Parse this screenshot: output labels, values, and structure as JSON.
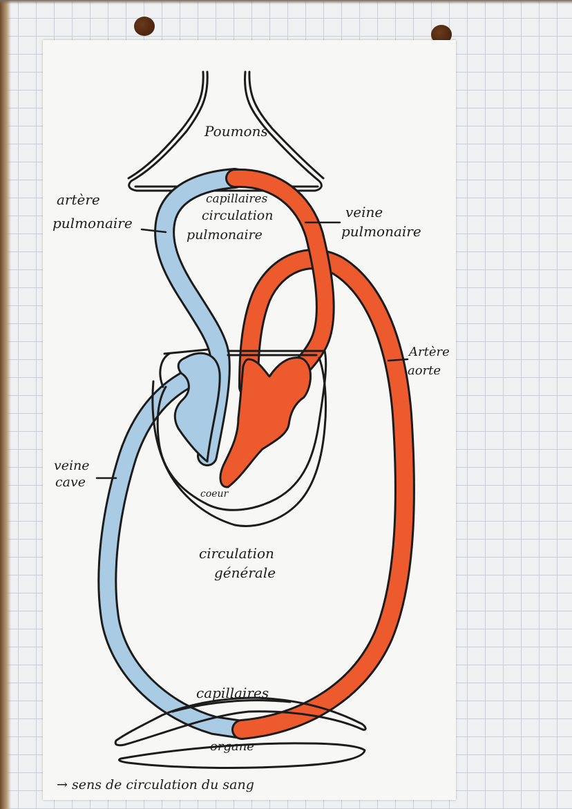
{
  "colors": {
    "venous": "#a9cbe3",
    "arterial": "#ec5a2e",
    "ink": "#1c1c1c",
    "paper": "#f7f7f6",
    "grid": "#c9ced4"
  },
  "labels": {
    "poumons": "Poumons",
    "capillaires_pulmonaires": [
      "capillaires",
      "circulation",
      "pulmonaire"
    ],
    "artere_pulmonaire": [
      "artère",
      "pulmonaire"
    ],
    "veine_pulmonaire": [
      "veine",
      "pulmonaire"
    ],
    "artere_aorte": [
      "Artère",
      "aorte"
    ],
    "veine_cave": [
      "veine",
      "cave"
    ],
    "coeur": "coeur",
    "circulation_generale": [
      "circulation",
      "générale"
    ],
    "capillaires": "capillaires",
    "organe": "organe",
    "legend": "→ sens de circulation du sang"
  }
}
